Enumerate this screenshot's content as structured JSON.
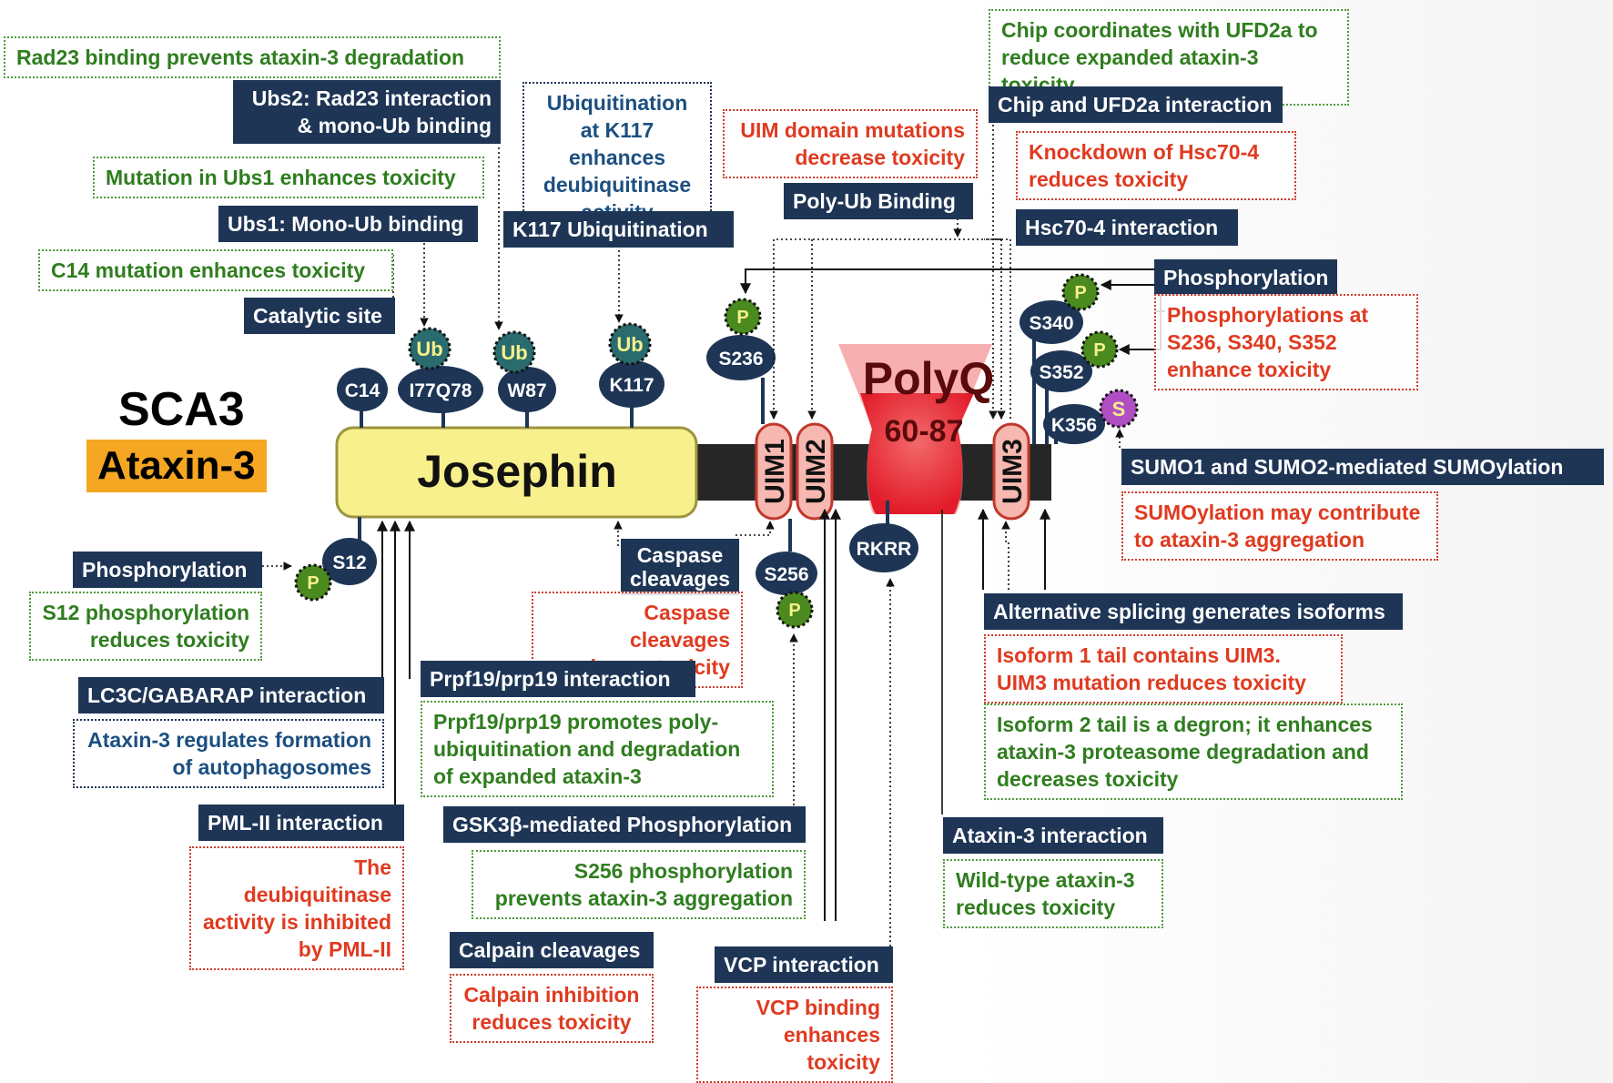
{
  "title": {
    "disease": "SCA3",
    "protein": "Ataxin-3"
  },
  "domains": {
    "josephin": "Josephin",
    "polyq": "PolyQ",
    "polyq_range": "60-87",
    "uim1": "UIM1",
    "uim2": "UIM2",
    "uim3": "UIM3"
  },
  "sites": {
    "c14": "C14",
    "i77q78": "I77Q78",
    "w87": "W87",
    "k117": "K117",
    "s236": "S236",
    "s340": "S340",
    "s352": "S352",
    "k356": "K356",
    "s12": "S12",
    "s256": "S256",
    "rkrr": "RKRR"
  },
  "markers": {
    "ub": "Ub",
    "p": "P",
    "s": "S"
  },
  "labels": {
    "rad23_green": "Rad23 binding prevents ataxin-3 degradation",
    "ubs2_dark": "Ubs2: Rad23 interaction & mono-Ub binding",
    "ubs1_green": "Mutation in Ubs1 enhances toxicity",
    "ubs1_dark": "Ubs1: Mono-Ub binding",
    "c14_green": "C14 mutation enhances toxicity",
    "catalytic_dark": "Catalytic site",
    "k117_blue": "Ubiquitination at K117 enhances deubiquitinase activity",
    "k117_dark": "K117 Ubiquitination",
    "uim_red": "UIM domain mutations decrease toxicity",
    "polyub_dark": "Poly-Ub Binding",
    "chip_green": "Chip coordinates with UFD2a to reduce expanded ataxin-3 toxicity",
    "chip_dark": "Chip and UFD2a interaction",
    "hsc70_red": "Knockdown of Hsc70-4 reduces toxicity",
    "hsc70_dark": "Hsc70-4 interaction",
    "phos_right_dark": "Phosphorylation",
    "phos_right_red": "Phosphorylations at S236, S340, S352 enhance toxicity",
    "sumo_dark": "SUMO1 and SUMO2-mediated SUMOylation",
    "sumo_red": "SUMOylation may contribute to ataxin-3 aggregation",
    "phos_left_dark": "Phosphorylation",
    "s12_green": "S12 phosphorylation reduces toxicity",
    "lc3c_dark": "LC3C/GABARAP interaction",
    "lc3c_blue": "Ataxin-3 regulates formation of autophagosomes",
    "pml_dark": "PML-II  interaction",
    "pml_red": "The deubiquitinase activity is inhibited by PML-II",
    "caspase_dark": "Caspase cleavages",
    "caspase_red": "Caspase cleavages enhance toxicity",
    "prpf_dark": "Prpf19/prp19  interaction",
    "prpf_green": "Prpf19/prp19 promotes poly-ubiquitination and degradation of expanded ataxin-3",
    "gsk_dark": "GSK3β-mediated Phosphorylation",
    "gsk_green": "S256 phosphorylation prevents ataxin-3 aggregation",
    "calpain_dark": "Calpain cleavages",
    "calpain_red": "Calpain inhibition reduces toxicity",
    "vcp_dark": "VCP interaction",
    "vcp_red": "VCP binding enhances toxicity",
    "alt_dark": "Alternative splicing generates isoforms",
    "alt_red": "Isoform 1 tail contains UIM3. UIM3 mutation reduces toxicity",
    "alt_green": "Isoform 2 tail is a degron; it enhances ataxin-3 proteasome degradation and decreases toxicity",
    "atx_dark": "Ataxin-3 interaction",
    "atx_green": "Wild-type ataxin-3 reduces toxicity"
  },
  "colors": {
    "navy": "#1e3556",
    "green_text": "#2f7d1f",
    "red_text": "#e03a20",
    "josephin_fill": "#f7f08c",
    "orange": "#f5a623",
    "polyq_red": "#e8323a",
    "p_green": "#4a8a1e",
    "ub_teal": "#2a6b6e",
    "sumo_purple": "#b04fc4"
  }
}
